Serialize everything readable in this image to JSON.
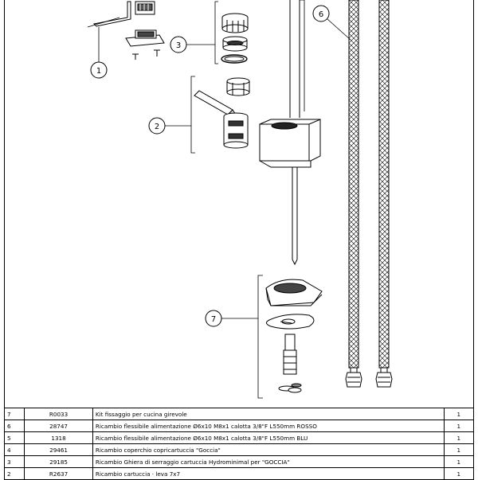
{
  "callouts": [
    {
      "label": "1"
    },
    {
      "label": "2"
    },
    {
      "label": "3"
    },
    {
      "label": "6"
    },
    {
      "label": "7"
    }
  ],
  "parts_table": {
    "rows": [
      {
        "index": "7",
        "code": "R0033",
        "description": "Kit  fissaggio  per  cucina  girevole",
        "qty": "1"
      },
      {
        "index": "6",
        "code": "28747",
        "description": "Ricambio  flessibile  alimentazione  Ø6x10  M8x1  calotta  3/8\"F  L550mm  ROSSO",
        "qty": "1"
      },
      {
        "index": "5",
        "code": "1318",
        "description": "Ricambio  flessibile  alimentazione  Ø6x10  M8x1  calotta  3/8\"F  L550mm  BLU",
        "qty": "1"
      },
      {
        "index": "4",
        "code": "29461",
        "description": "Ricambio  coperchio  copricartuccia  \"Goccia\"",
        "qty": "1"
      },
      {
        "index": "3",
        "code": "29185",
        "description": "Ricambio  Ghiera  di  serraggio  cartuccia  Hydrominimal  per  \"GOCCIA\"",
        "qty": "1"
      },
      {
        "index": "2",
        "code": "R2637",
        "description": "Ricambio  cartuccia  ·  leva  7x7",
        "qty": "1"
      }
    ]
  }
}
